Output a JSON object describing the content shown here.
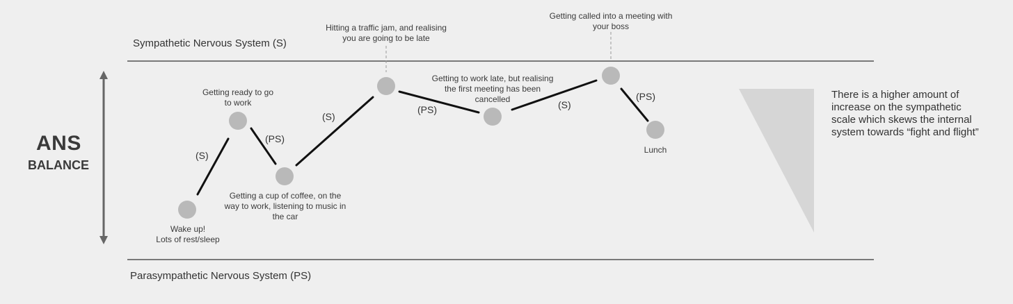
{
  "sympathetic_label": "Sympathetic Nervous System (S)",
  "parasympathetic_label": "Parasympathetic Nervous System (PS)",
  "axis": {
    "title": "ANS",
    "subtitle": "BALANCE"
  },
  "events": [
    {
      "id": "wake",
      "lines": [
        "Wake up!",
        "Lots of rest/sleep"
      ]
    },
    {
      "id": "ready",
      "lines": [
        "Getting ready to go",
        "to work"
      ]
    },
    {
      "id": "coffee",
      "lines": [
        "Getting a cup of coffee, on the",
        "way to work, listening to music in",
        "the car"
      ]
    },
    {
      "id": "traffic",
      "lines": [
        "Hitting a traffic jam, and realising",
        "you are going to be late"
      ]
    },
    {
      "id": "late",
      "lines": [
        "Getting to work late, but realising",
        "the first meeting has been",
        "cancelled"
      ]
    },
    {
      "id": "meeting",
      "lines": [
        "Getting called into a meeting with",
        "your boss"
      ]
    },
    {
      "id": "lunch",
      "lines": [
        "Lunch"
      ]
    }
  ],
  "transitions": [
    "(S)",
    "(PS)",
    "(S)",
    "(PS)",
    "(S)",
    "(PS)"
  ],
  "note": [
    "There is a higher amount of",
    "increase on the sympathetic",
    "scale which skews the internal",
    "system towards “fight and flight”"
  ],
  "colors": {
    "node": "#b9b9b9",
    "line": "#111111",
    "rule": "#333333",
    "wedge": "#d6d6d6",
    "axis": "#666666"
  }
}
